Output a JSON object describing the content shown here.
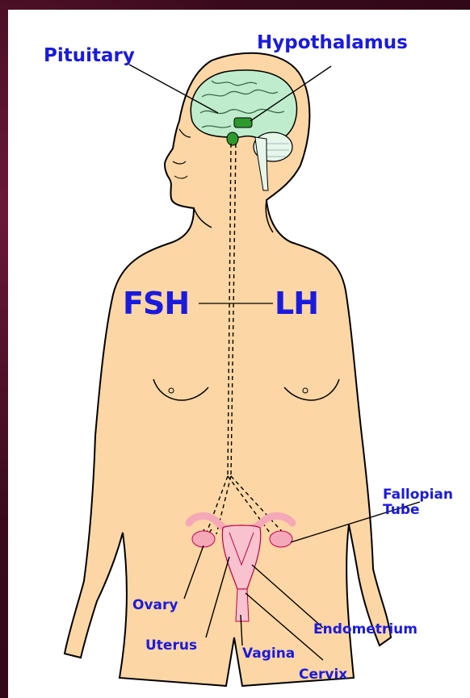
{
  "diagram": {
    "labels": {
      "pituitary": "Pituitary",
      "hypothalamus": "Hypothalamus",
      "fsh": "FSH",
      "lh": "LH",
      "fallopian_tube_line1": "Fallopian",
      "fallopian_tube_line2": "Tube",
      "ovary": "Ovary",
      "uterus": "Uterus",
      "vagina": "Vagina",
      "cervix": "Cervix",
      "endometrium": "Endometrium"
    },
    "colors": {
      "label": "#1a1adf",
      "skin": "#fcd6a4",
      "brain": "#bfeccd",
      "reproductive": "#f5a8b8",
      "gland": "#2e9a2e",
      "background": "#3a0a1c"
    }
  }
}
